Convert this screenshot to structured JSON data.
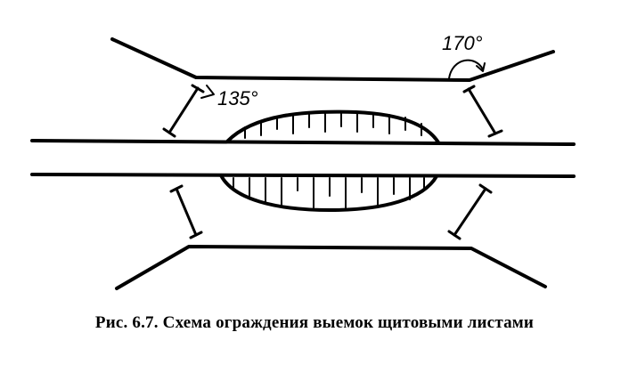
{
  "figure": {
    "caption": "Рис. 6.7. Схема ограждения выемок щитовыми листами",
    "angle_labels": {
      "top_left": "135°",
      "top_right": "170°"
    }
  }
}
